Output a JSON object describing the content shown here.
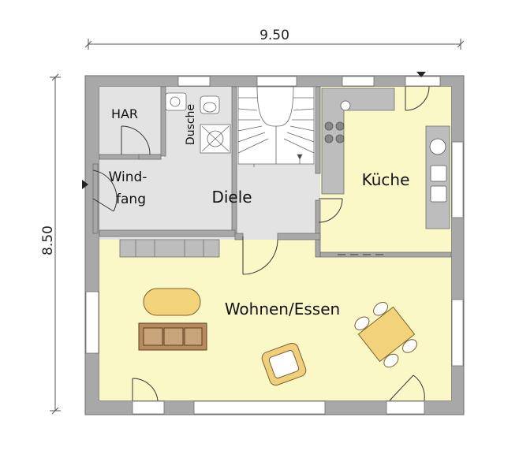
{
  "dimensions": {
    "width": "9.50",
    "height": "8.50"
  },
  "rooms": {
    "har": "HAR",
    "dusche": "Dusche",
    "windfang_line1": "Wind-",
    "windfang_line2": "fang",
    "diele": "Diele",
    "kueche": "Küche",
    "wohnen": "Wohnen/Essen"
  },
  "colors": {
    "wall": "#a8a8a8",
    "wall_stroke": "#6e6e6e",
    "living_floor": "#fbf8c8",
    "hall_floor": "#e3e3e3",
    "fixture": "#bdbdbd",
    "table": "#f3d37a",
    "sofa": "#b88a5e",
    "chair": "#f0cf7b"
  }
}
